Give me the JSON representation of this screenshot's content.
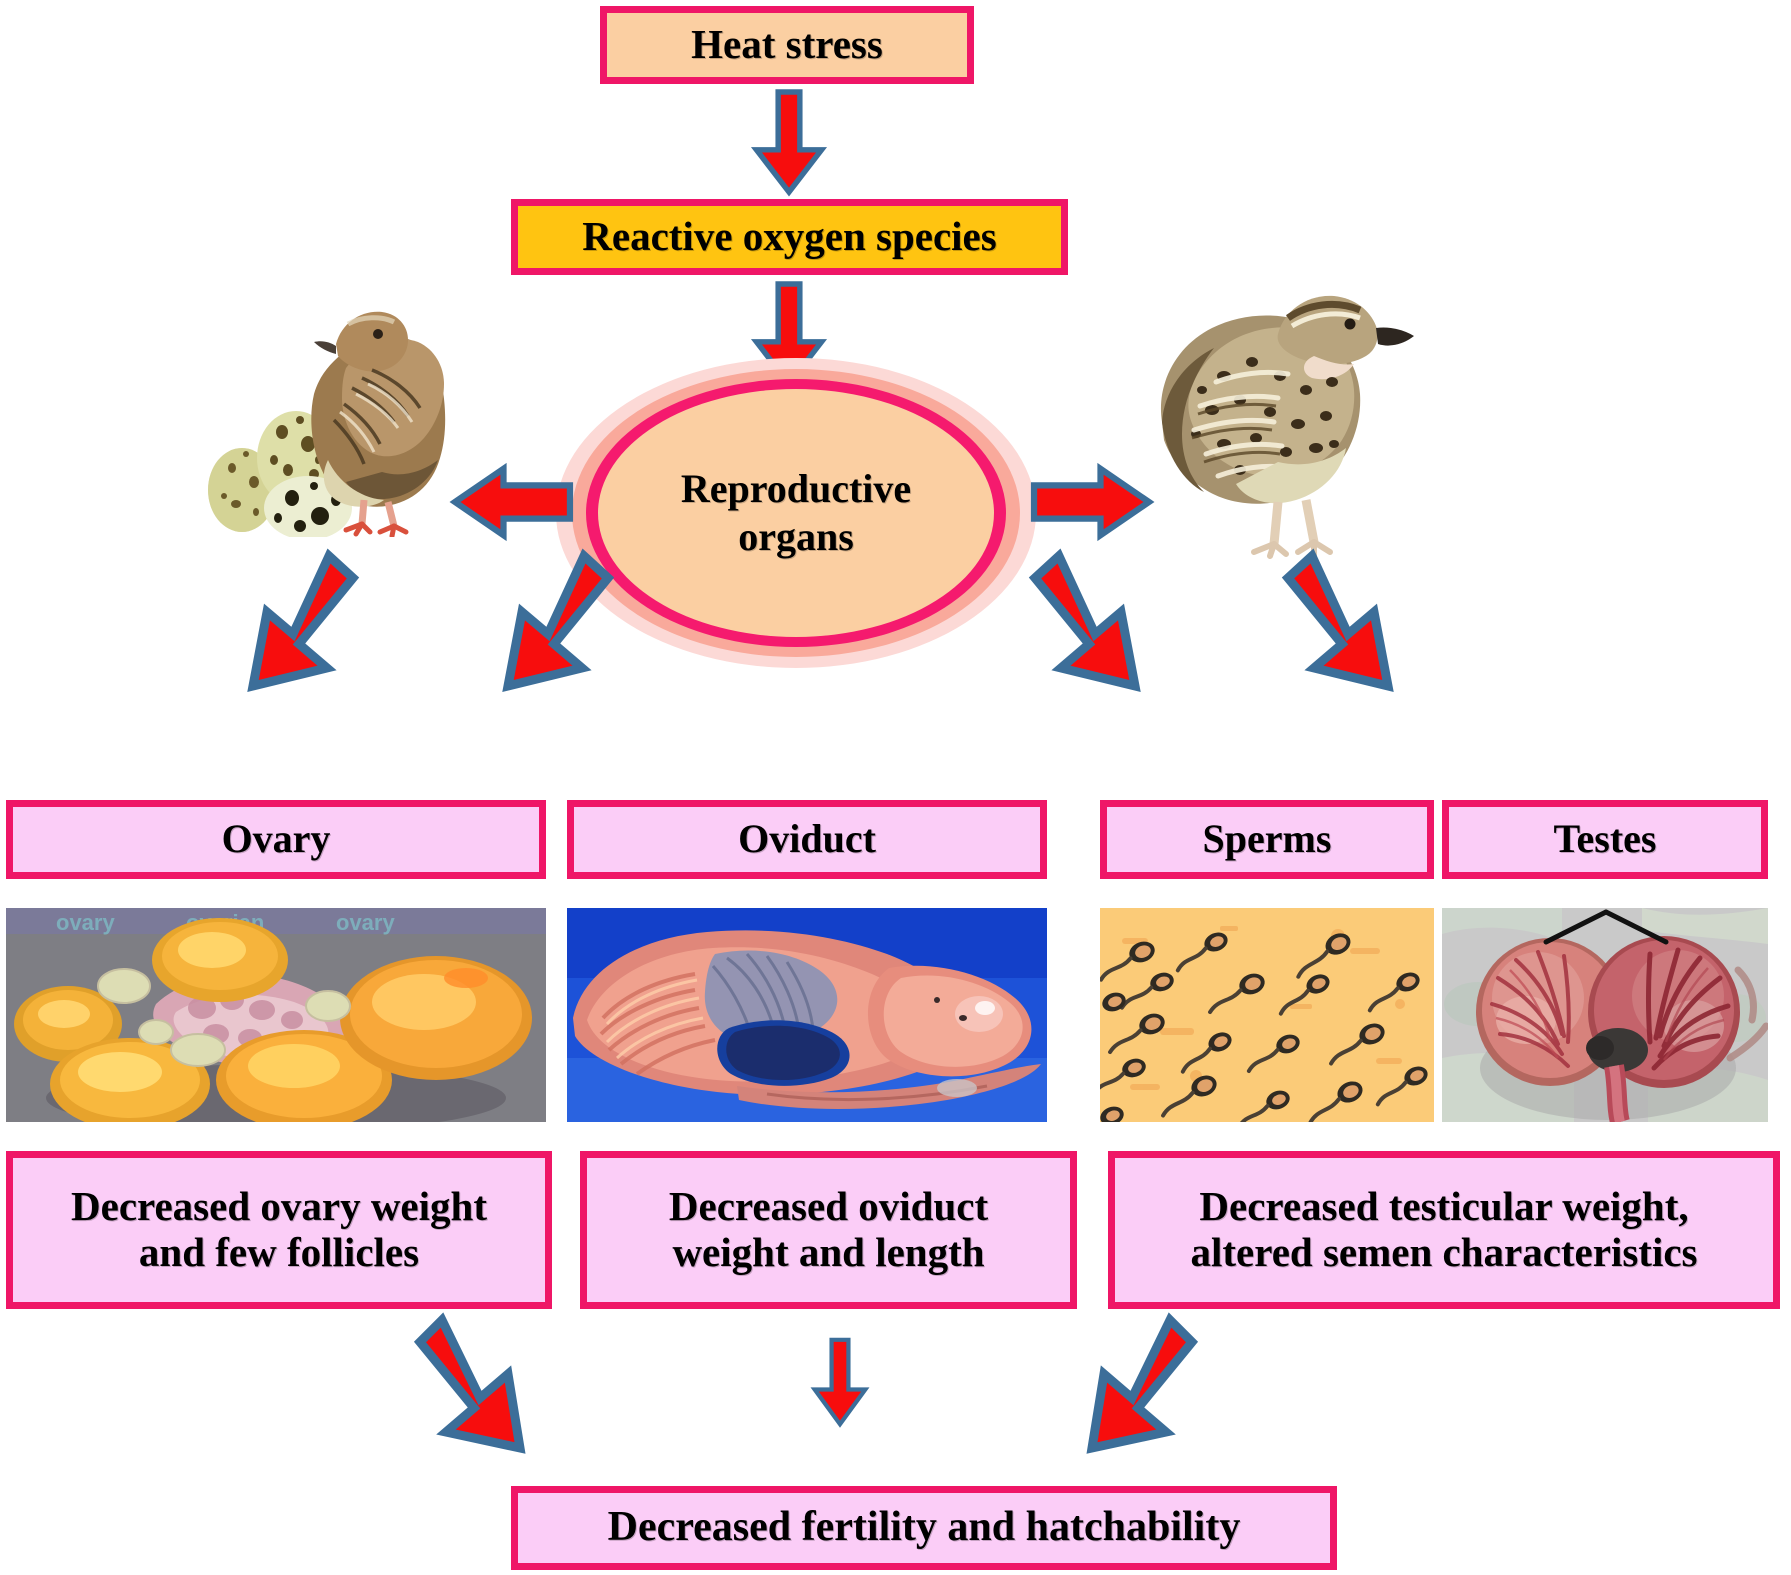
{
  "figure": {
    "type": "flow-diagram",
    "subject": "Effect of heat stress on quail reproductive organs",
    "background_color": "#ffffff"
  },
  "colors": {
    "border_pink": "#ef1667",
    "fill_peach": "#fbcfa2",
    "fill_yellow": "#ffc411",
    "fill_pink": "#fbcdf7",
    "arrow_fill": "#f70d0d",
    "arrow_outline": "#3c6e99",
    "ellipse_ring": "#f51a6e",
    "ellipse_glow_inner": "#f9a99b",
    "ellipse_glow_outer": "#fcd9d6"
  },
  "nodes": {
    "heat_stress": {
      "label": "Heat stress",
      "fill": "#fbcfa2"
    },
    "ros": {
      "label": "Reactive oxygen species",
      "fill": "#ffc411"
    },
    "reproductive_organs": {
      "label_line1": "Reproductive",
      "label_line2": "organs",
      "fill": "#fbcfa2"
    }
  },
  "organ_columns": [
    {
      "id": "ovary",
      "label": "Ovary",
      "image_name": "ovary-photo",
      "image_caption": "Quail ovary with yellow ovarian follicles",
      "outcome_line1": "Decreased ovary weight",
      "outcome_line2": "and few follicles"
    },
    {
      "id": "oviduct",
      "label": "Oviduct",
      "image_name": "oviduct-photo",
      "image_caption": "Dissected quail oviduct on blue background",
      "outcome_line1": "Decreased oviduct",
      "outcome_line2": "weight and length"
    },
    {
      "id": "sperms",
      "label": "Sperms",
      "image_name": "sperm-photo",
      "image_caption": "Spermatozoa micrograph on amber background"
    },
    {
      "id": "testes",
      "label": "Testes",
      "image_name": "testes-photo",
      "image_caption": "Pair of quail testes with vasculature"
    }
  ],
  "male_outcome": {
    "line1": "Decreased testicular weight,",
    "line2": "altered semen characteristics"
  },
  "final_outcome": {
    "label": "Decreased fertility and hatchability"
  },
  "illustrations": {
    "female_quail": {
      "name": "female-quail-with-eggs-illustration",
      "alt": "Female Japanese quail standing beside three speckled quail eggs"
    },
    "male_quail": {
      "name": "male-quail-illustration",
      "alt": "Male Japanese quail facing right"
    }
  },
  "arrows": [
    {
      "name": "arrow-heat-to-ros",
      "from": "heat_stress",
      "to": "ros",
      "direction": "down"
    },
    {
      "name": "arrow-ros-to-organs",
      "from": "ros",
      "to": "reproductive_organs",
      "direction": "down"
    },
    {
      "name": "arrow-organs-to-female-quail",
      "from": "reproductive_organs",
      "to": "female_quail",
      "direction": "left"
    },
    {
      "name": "arrow-organs-to-male-quail",
      "from": "reproductive_organs",
      "to": "male_quail",
      "direction": "right"
    },
    {
      "name": "arrow-organs-to-ovary",
      "from": "reproductive_organs",
      "to": "ovary",
      "direction": "down-left"
    },
    {
      "name": "arrow-organs-to-oviduct",
      "from": "reproductive_organs",
      "to": "oviduct",
      "direction": "down-left"
    },
    {
      "name": "arrow-organs-to-sperms",
      "from": "reproductive_organs",
      "to": "sperms",
      "direction": "down-right"
    },
    {
      "name": "arrow-organs-to-testes",
      "from": "reproductive_organs",
      "to": "testes",
      "direction": "down-right"
    },
    {
      "name": "arrow-ovary-to-final",
      "from": "ovary_outcome",
      "to": "final_outcome",
      "direction": "down-right"
    },
    {
      "name": "arrow-oviduct-to-final",
      "from": "oviduct_outcome",
      "to": "final_outcome",
      "direction": "down"
    },
    {
      "name": "arrow-male-to-final",
      "from": "male_outcome",
      "to": "final_outcome",
      "direction": "down-left"
    }
  ]
}
